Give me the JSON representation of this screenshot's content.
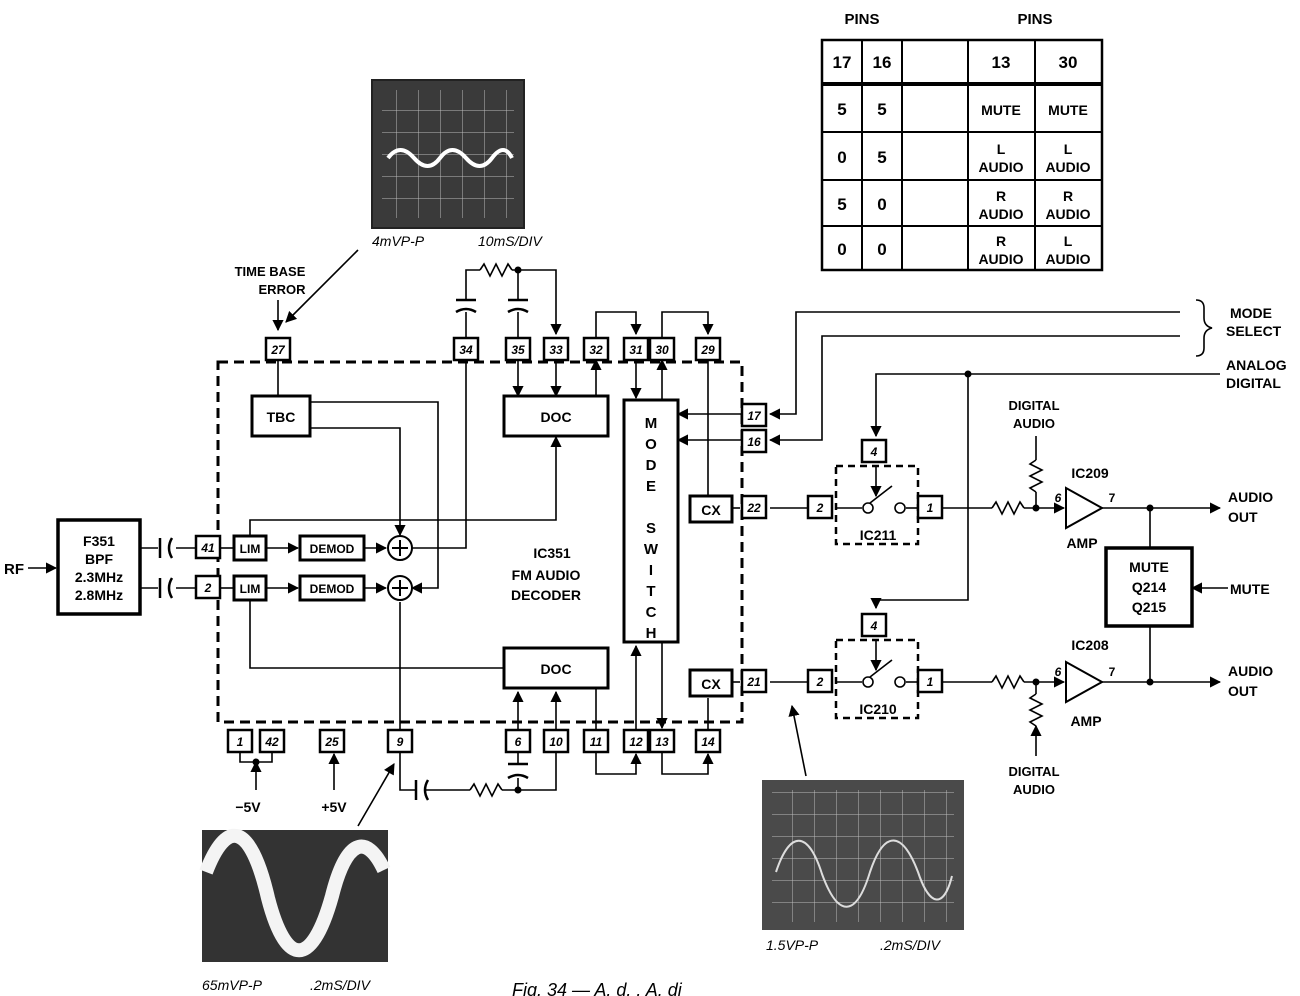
{
  "pin_table": {
    "header_left": "PINS",
    "header_right": "PINS",
    "columns": [
      "17",
      "16",
      "",
      "13",
      "30"
    ],
    "rows": [
      [
        "5",
        "5",
        "",
        "MUTE",
        "MUTE"
      ],
      [
        "0",
        "5",
        "",
        "L\nAUDIO",
        "L\nAUDIO"
      ],
      [
        "5",
        "0",
        "",
        "R\nAUDIO",
        "R\nAUDIO"
      ],
      [
        "0",
        "0",
        "",
        "R\nAUDIO",
        "L\nAUDIO"
      ]
    ]
  },
  "scopes": {
    "top": {
      "amplitude": "4mVP-P",
      "timebase": "10mS/DIV"
    },
    "bottom_left": {
      "amplitude": "65mVP-P",
      "timebase": ".2mS/DIV"
    },
    "bottom_right": {
      "amplitude": "1.5VP-P",
      "timebase": ".2mS/DIV"
    }
  },
  "labels": {
    "rf": "RF",
    "filter": [
      "F351",
      "BPF",
      "2.3MHz",
      "2.8MHz"
    ],
    "time_base_error": [
      "TIME BASE",
      "ERROR"
    ],
    "tbc": "TBC",
    "doc_top": "DOC",
    "doc_bottom": "DOC",
    "lim": "LIM",
    "demod": "DEMOD",
    "ic351": [
      "IC351",
      "FM AUDIO",
      "DECODER"
    ],
    "mode_switch": [
      "M",
      "O",
      "D",
      "E",
      "",
      "S",
      "W",
      "I",
      "T",
      "C",
      "H"
    ],
    "cx": "CX",
    "mode_select": [
      "MODE",
      "SELECT"
    ],
    "analog_digital": [
      "ANALOG",
      "DIGITAL"
    ],
    "digital_audio": [
      "DIGITAL",
      "AUDIO"
    ],
    "ic211": "IC211",
    "ic210": "IC210",
    "ic209": "IC209",
    "ic208": "IC208",
    "amp": "AMP",
    "audio_out": [
      "AUDIO",
      "OUT"
    ],
    "mute_box": [
      "MUTE",
      "Q214",
      "Q215"
    ],
    "mute": "MUTE",
    "minus5v": "−5V",
    "plus5v": "+5V",
    "caption": "Fig. 34 — A. d. . A. di"
  },
  "pins": {
    "p27": "27",
    "p34": "34",
    "p35": "35",
    "p33": "33",
    "p32": "32",
    "p31": "31",
    "p30": "30",
    "p29": "29",
    "p17": "17",
    "p16": "16",
    "p22": "22",
    "p21": "21",
    "p41": "41",
    "p2": "2",
    "p1": "1",
    "p42": "42",
    "p25": "25",
    "p9": "9",
    "p6": "6",
    "p10": "10",
    "p11": "11",
    "p12": "12",
    "p13": "13",
    "p14": "14",
    "s_in": "2",
    "s_out": "1",
    "s_ctl": "4",
    "amp_in": "6",
    "amp_out": "7"
  }
}
